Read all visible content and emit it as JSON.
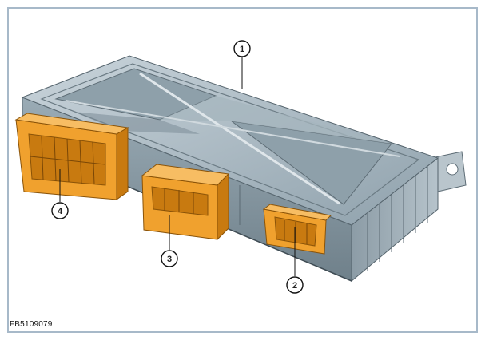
{
  "figure": {
    "figure_id": "FB5109079",
    "callouts": [
      {
        "number": "1",
        "target": "housing"
      },
      {
        "number": "2",
        "target": "connector"
      },
      {
        "number": "3",
        "target": "connector"
      },
      {
        "number": "4",
        "target": "connector"
      }
    ]
  },
  "colors": {
    "frame": "#a7b9c9",
    "housing_top": "#9fb0bb",
    "housing_side": "#7f9099",
    "connector": "#f0a12e",
    "connector_dark": "#c87a10"
  }
}
